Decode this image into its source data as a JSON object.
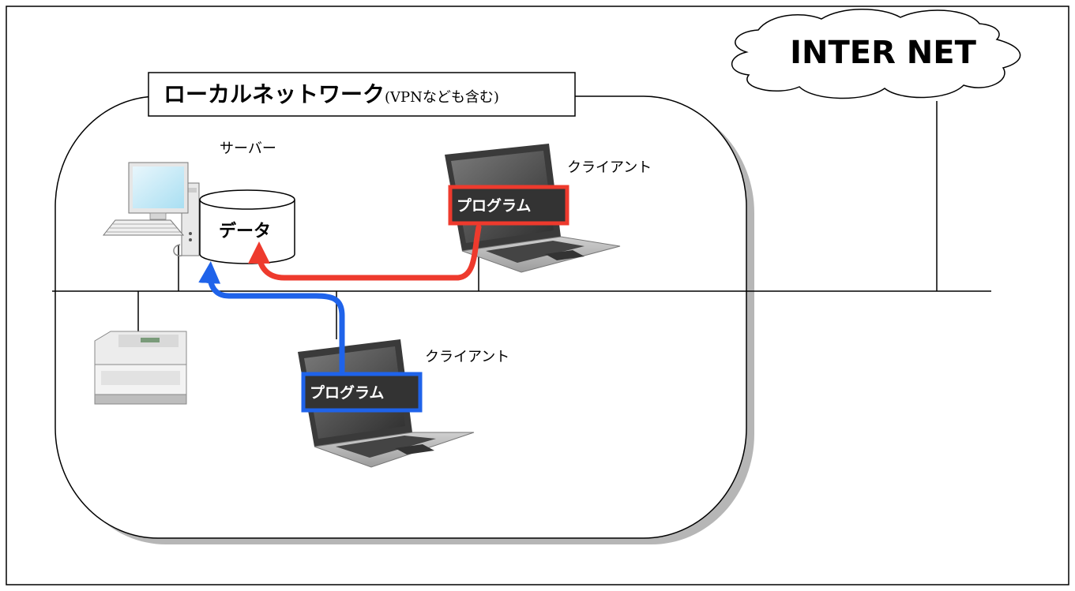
{
  "internet": {
    "label": "INTER NET"
  },
  "lan": {
    "title_main": "ローカルネットワーク",
    "title_sub": "(VPNなども含む)"
  },
  "server": {
    "label": "サーバー",
    "data_label": "データ"
  },
  "client_top": {
    "label": "クライアント",
    "program_label": "プログラム",
    "accent": "#ee3a2d"
  },
  "client_bottom": {
    "label": "クライアント",
    "program_label": "プログラム",
    "accent": "#1f63ea"
  }
}
